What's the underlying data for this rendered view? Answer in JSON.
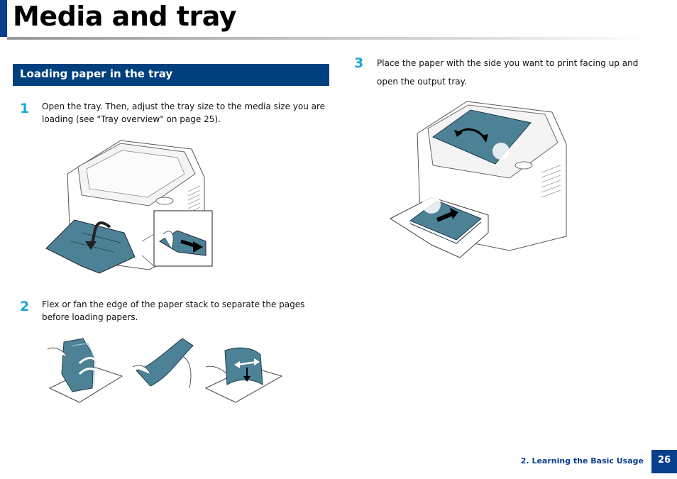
{
  "page": {
    "title": "Media and tray",
    "section_title": "Loading paper in the tray"
  },
  "steps": [
    {
      "number": "1",
      "text": "Open the tray. Then, adjust the tray size to the media size you are loading (see \"Tray overview\" on page 25)."
    },
    {
      "number": "2",
      "text": "Flex or fan the edge of the paper stack to separate the pages before loading papers."
    },
    {
      "number": "3",
      "text": "Place the paper with the side you want to print facing up and open the output tray."
    }
  ],
  "footer": {
    "chapter": "2.  Learning the Basic Usage",
    "page_number": "26"
  },
  "colors": {
    "brand_blue": "#0a3f8c",
    "section_blue": "#00407f",
    "step_cyan": "#19a7d6",
    "tray_teal": "#4d8296"
  }
}
